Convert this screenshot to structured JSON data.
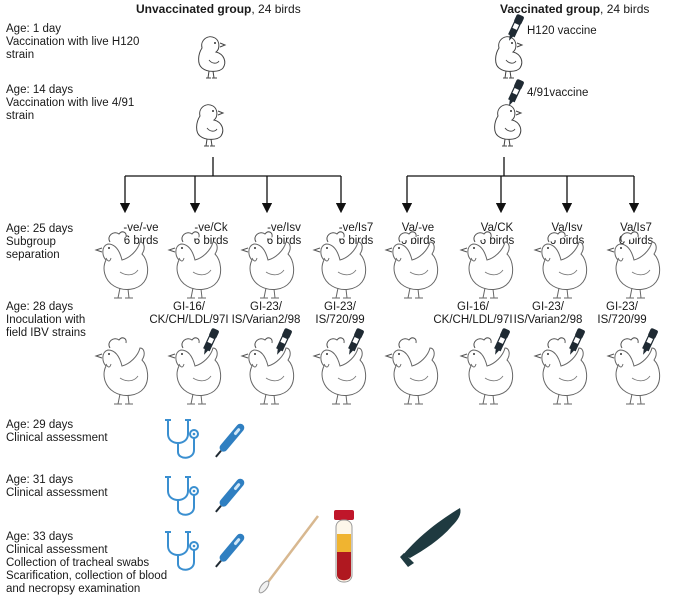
{
  "header": {
    "unvaccinated_bold": "Unvaccinated group",
    "unvaccinated_rest": ", 24 birds",
    "vaccinated_bold": "Vaccinated group",
    "vaccinated_rest": ", 24 birds"
  },
  "steps": [
    {
      "id": "age1",
      "text": "Age: 1 day\nVaccination with live H120\nstrain"
    },
    {
      "id": "age14",
      "text": "Age: 14 days\nVaccination with live 4/91\nstrain"
    },
    {
      "id": "age25",
      "text": "Age: 25 days\nSubgroup\nseparation"
    },
    {
      "id": "age28",
      "text": "Age: 28 days\nInoculation with\nfield IBV strains"
    },
    {
      "id": "age29",
      "text": "Age: 29 days\nClinical assessment"
    },
    {
      "id": "age31",
      "text": "Age: 31 days\nClinical assessment"
    },
    {
      "id": "age33",
      "text": "Age: 33 days\nClinical assessment\nCollection of tracheal swabs\nScarification, collection of blood\nand necropsy examination"
    }
  ],
  "vaccines": {
    "h120": "H120 vaccine",
    "v491": "4/91vaccine"
  },
  "subgroups": [
    {
      "name": "-ve/-ve",
      "count": "6 birds"
    },
    {
      "name": "-ve/Ck",
      "count": "6 birds"
    },
    {
      "name": "-ve/Isv",
      "count": "6 birds"
    },
    {
      "name": "-ve/Is7",
      "count": "6 birds"
    },
    {
      "name": "Va/-ve",
      "count": "6 birds"
    },
    {
      "name": "Va/CK",
      "count": "6 birds"
    },
    {
      "name": "Va/Isv",
      "count": "6 birds"
    },
    {
      "name": "Va/Is7",
      "count": "6 birds"
    }
  ],
  "strains": [
    "GI-16/\nCK/CH/LDL/97I",
    "GI-23/\nIS/Varian2/98",
    "GI-23/\nIS/720/99",
    "GI-16/\nCK/CH/LDL/97I",
    "GI-23/\nIS/Varian2/98",
    "GI-23/\nIS/720/99"
  ],
  "colors": {
    "stethoscope": "#3a8fd0",
    "thermometer": "#2f7fc1",
    "dropper": "#1f2a33",
    "blood": "#b01820",
    "blood_cap": "#c0162a",
    "serum": "#f0b430",
    "scalpel": "#1f3a40",
    "swab": "#d8b890",
    "line": "#111111",
    "chicken_outline": "#555555"
  },
  "icons": [
    "chick-icon",
    "chicken-icon",
    "dropper-icon",
    "stethoscope-icon",
    "thermometer-icon",
    "swab-icon",
    "blood-tube-icon",
    "scalpel-icon"
  ]
}
